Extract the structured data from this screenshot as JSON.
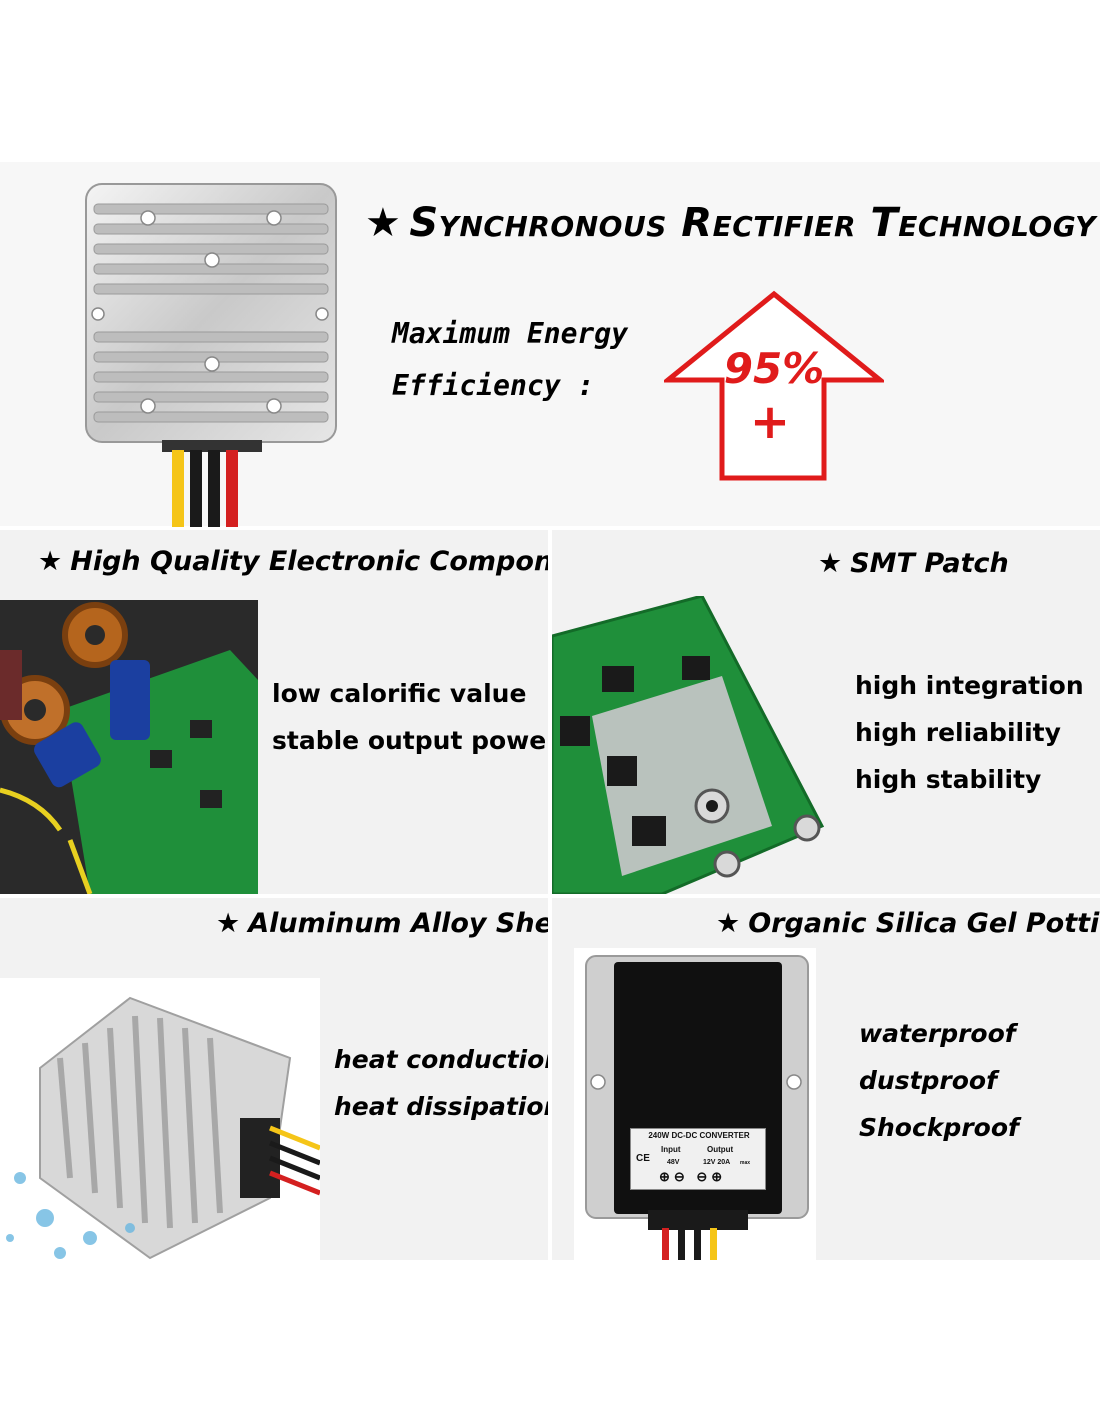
{
  "top": {
    "title": "Synchronous Rectifier Technology",
    "efficiency_label_line1": "Maximum Energy",
    "efficiency_label_line2": "Efficiency :",
    "efficiency_value": "95%",
    "efficiency_plus": "+"
  },
  "sections": {
    "components": {
      "title": "High Quality Electronic Components",
      "features": [
        "low calorific value",
        "stable output power"
      ]
    },
    "smt": {
      "title": "SMT Patch",
      "features": [
        "high integration",
        "high reliability",
        "high stability"
      ]
    },
    "shell": {
      "title": "Aluminum Alloy Shell",
      "features": [
        "heat conduction",
        "heat dissipation"
      ]
    },
    "gel": {
      "title": "Organic Silica Gel Potting",
      "features": [
        "waterproof",
        "dustproof",
        "Shockproof"
      ]
    }
  },
  "label": {
    "line1": "240W DC-DC CONVERTER",
    "input": "Input",
    "output": "Output",
    "input_v": "48V",
    "output_v": "12V 20A",
    "max": "max",
    "ce": "CE"
  },
  "star": "★",
  "colors": {
    "accent_red": "#e01b1b",
    "panel_bg": "#f2f2f2",
    "pcb_green": "#1f8f3a"
  }
}
